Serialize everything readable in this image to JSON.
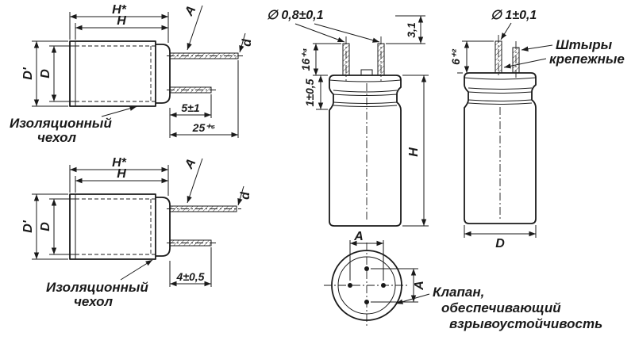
{
  "colors": {
    "ink": "#1a1a1a",
    "background": "#ffffff"
  },
  "side_view_top": {
    "dim_h_star": "H*",
    "dim_h": "H",
    "dim_d_outer": "D'",
    "dim_d_inner": "D",
    "dim_a": "A",
    "dim_d_lead": "d",
    "dim_lead_gap": "5±1",
    "dim_lead_length": "25⁺⁶",
    "label_sleeve_line1": "Изоляционный",
    "label_sleeve_line2": "чехол"
  },
  "side_view_bottom": {
    "dim_h_star": "H*",
    "dim_h": "H",
    "dim_d_outer": "D'",
    "dim_d_inner": "D",
    "dim_a": "A",
    "dim_d_lead": "d",
    "dim_lead_length": "4±0,5",
    "label_sleeve_line1": "Изоляционный",
    "label_sleeve_line2": "чехол"
  },
  "front_view": {
    "dim_pin_diameter": "∅ 0,8±0,1",
    "dim_pin_tip": "3,1",
    "dim_pin_length": "16⁺⁴",
    "dim_crimp": "1±0,5",
    "dim_height": "H",
    "dim_pitch_horizontal": "A",
    "dim_pitch_vertical": "A",
    "label_valve_line1": "Клапан,",
    "label_valve_line2": "обеспечивающий",
    "label_valve_line3": "взрывоустойчивость"
  },
  "snap_in_view": {
    "dim_pin_diameter": "∅ 1±0,1",
    "label_pins_line1": "Штыры",
    "label_pins_line2": "крепежные",
    "dim_pin_length": "6⁺²",
    "dim_diameter": "D"
  }
}
